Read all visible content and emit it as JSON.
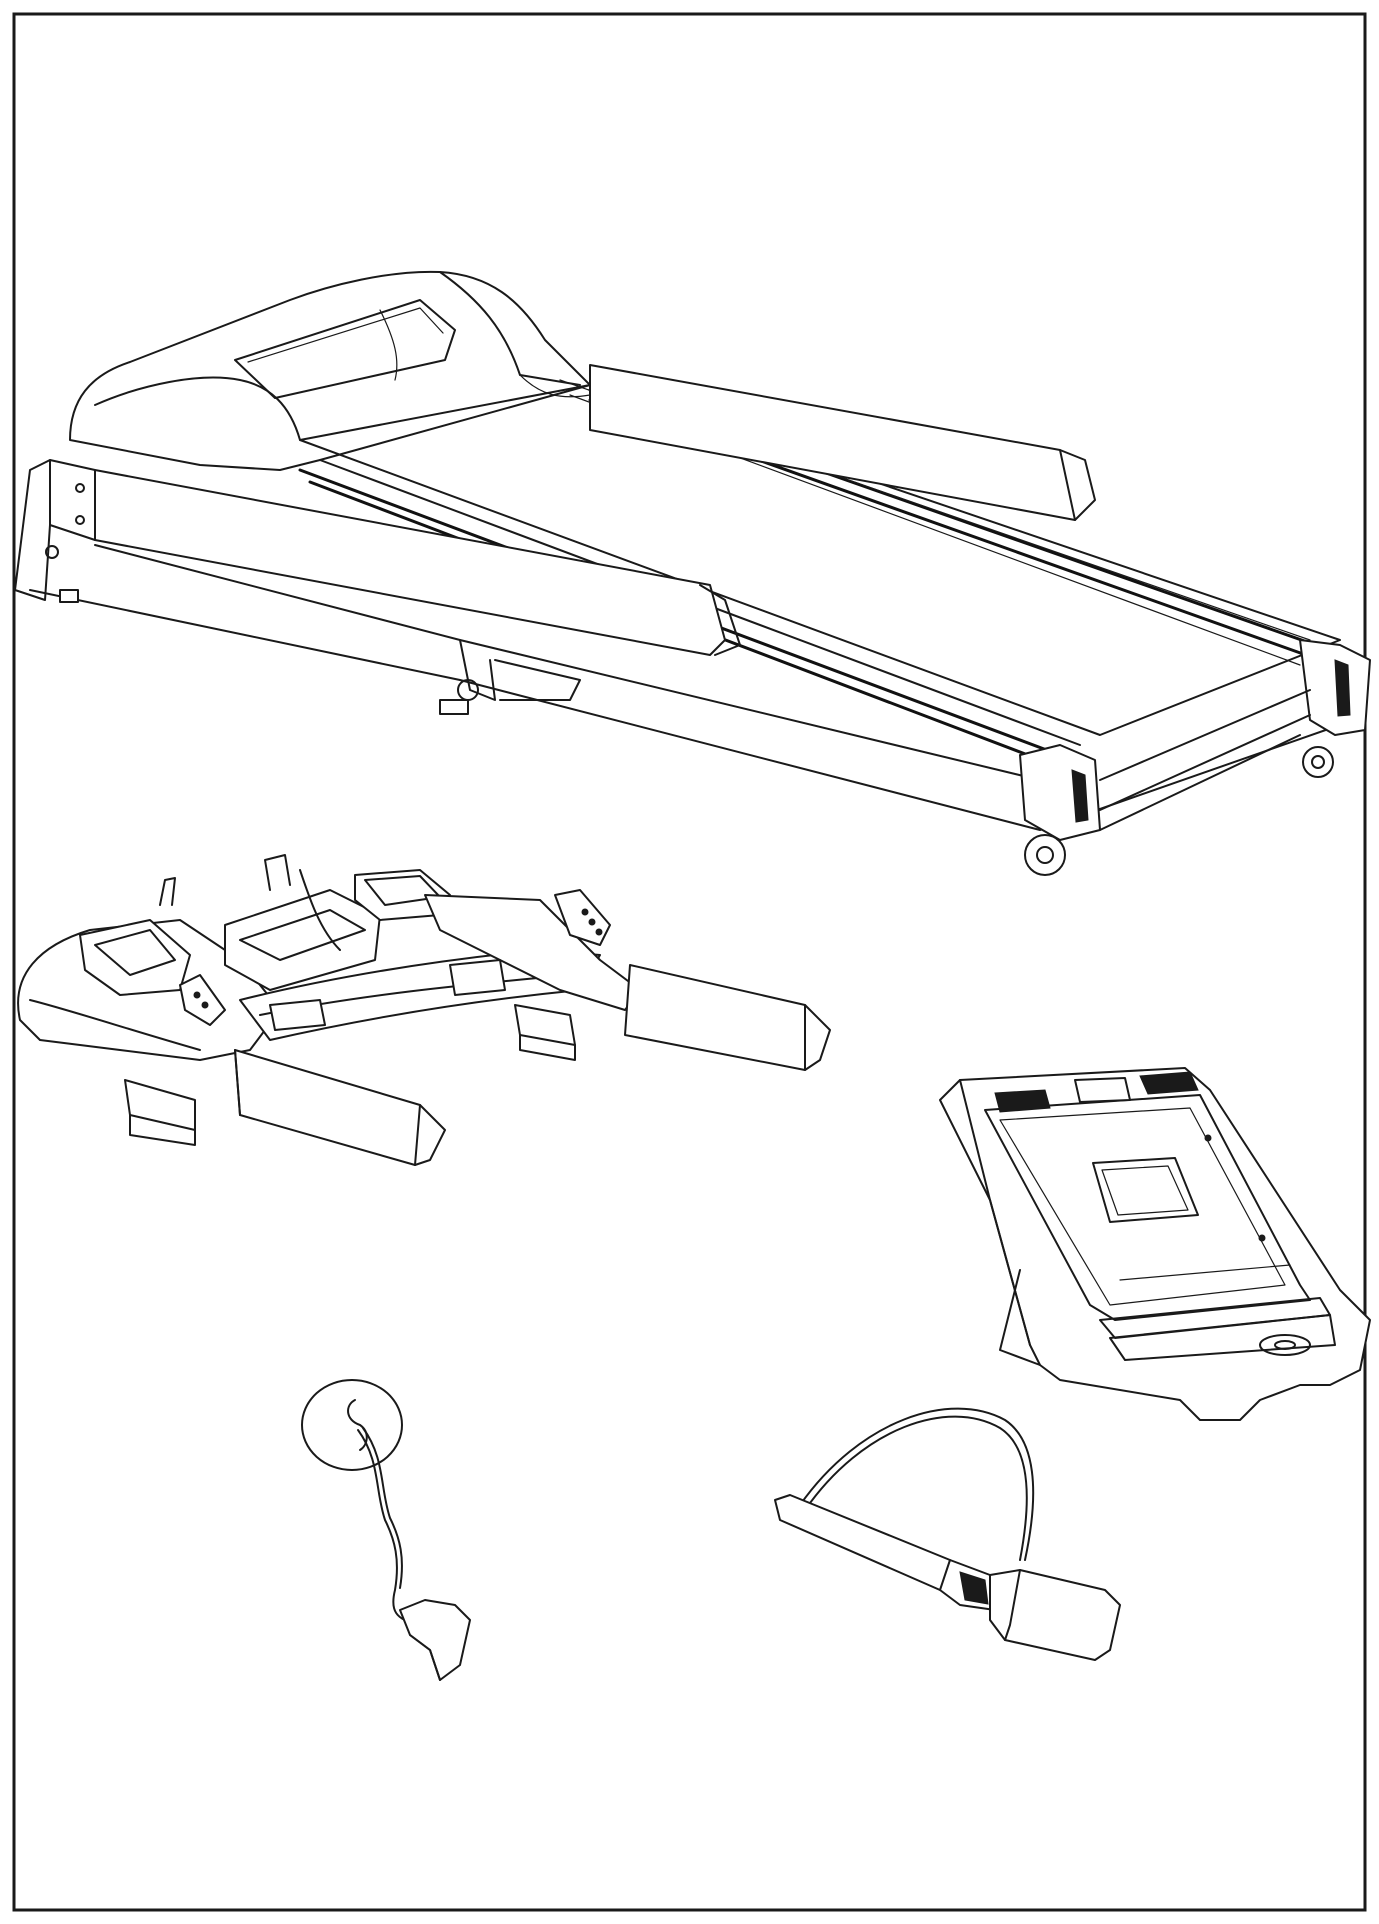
{
  "sheet": {
    "border_color": "#1a1a1a",
    "background": "#ffffff",
    "line_color": "#1a1a1a"
  },
  "parts": [
    {
      "id": "treadmill-frame",
      "icon": "treadmill-base-drawing"
    },
    {
      "id": "handrail-assembly",
      "icon": "handrail-assembly-drawing"
    },
    {
      "id": "console",
      "icon": "console-drawing"
    },
    {
      "id": "safety-key",
      "icon": "safety-key-drawing"
    },
    {
      "id": "lubricant-bottle",
      "icon": "lubricant-bottle-drawing"
    }
  ]
}
